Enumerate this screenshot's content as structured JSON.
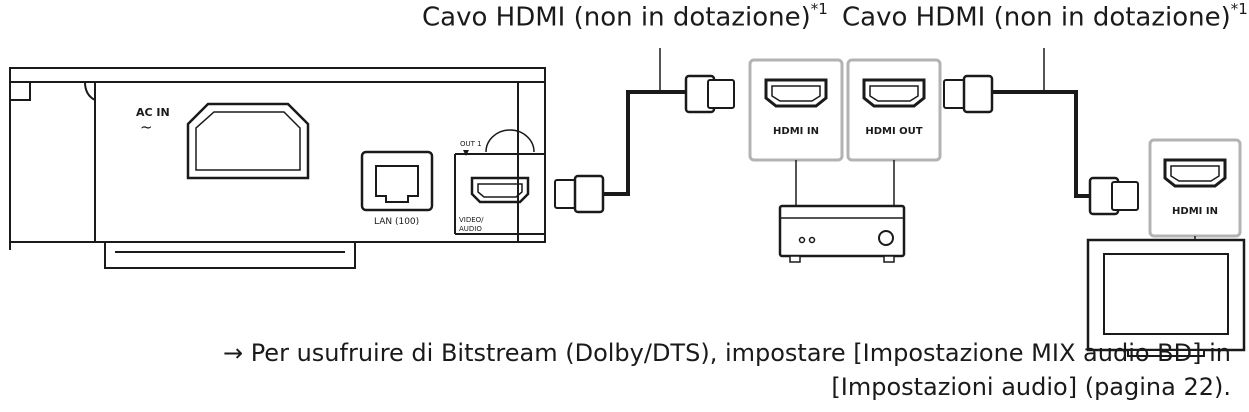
{
  "cable_labels": [
    {
      "text": "Cavo HDMI (non in dotazione)",
      "footnote": "*1"
    },
    {
      "text": "Cavo HDMI (non in dotazione)",
      "footnote": "*1"
    }
  ],
  "player_panel": {
    "ac_label": "AC IN",
    "ac_symbol": "~",
    "lan_label": "LAN (100)",
    "out_label": "OUT 1",
    "video_label": "VIDEO/",
    "audio_label": "AUDIO"
  },
  "ports": {
    "receiver_in": "HDMI IN",
    "receiver_out": "HDMI OUT",
    "tv_in": "HDMI IN"
  },
  "note": {
    "line1": "→ Per usufruire di Bitstream (Dolby/DTS), impostare [Impostazione MIX audio BD] in",
    "line2": "[Impostazioni audio] (pagina 22)."
  },
  "colors": {
    "line": "#1a1a1a",
    "port_box": "#b3b3b3",
    "panel": "#f4f4f4"
  }
}
